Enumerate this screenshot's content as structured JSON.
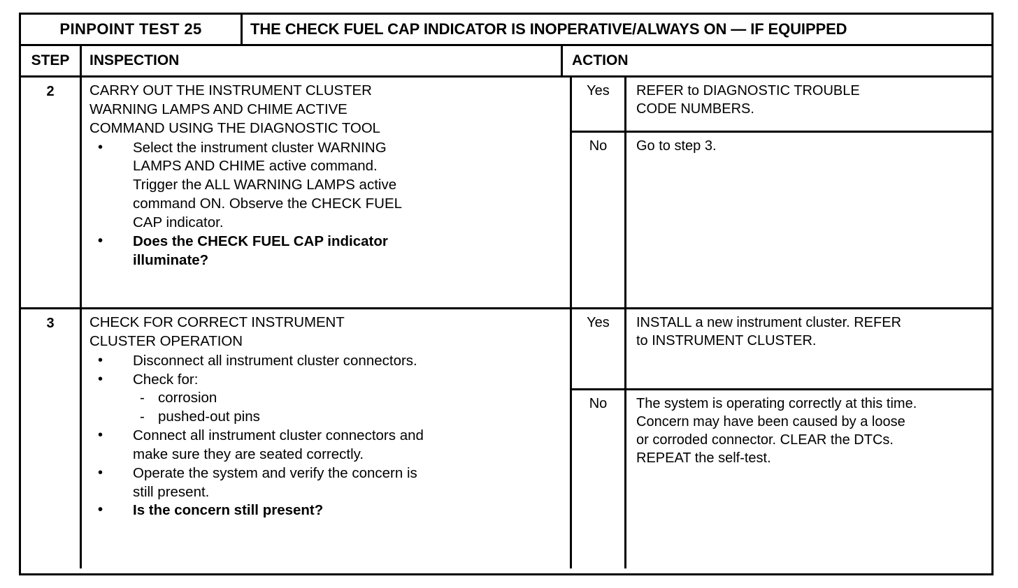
{
  "document": {
    "test_label": "PINPOINT TEST 25",
    "test_title": "THE CHECK FUEL CAP INDICATOR IS INOPERATIVE/ALWAYS ON — IF EQUIPPED"
  },
  "columns": {
    "step": "STEP",
    "inspection": "INSPECTION",
    "action": "ACTION"
  },
  "steps": [
    {
      "number": "2",
      "heading_lines": [
        "CARRY OUT THE INSTRUMENT CLUSTER",
        "WARNING LAMPS AND CHIME ACTIVE",
        "COMMAND USING THE DIAGNOSTIC TOOL"
      ],
      "bullets": [
        {
          "bold": false,
          "lines": [
            "Select the instrument cluster WARNING",
            "LAMPS AND CHIME active command.",
            "Trigger the ALL WARNING LAMPS active",
            "command ON. Observe the CHECK FUEL",
            "CAP indicator."
          ]
        },
        {
          "bold": true,
          "lines": [
            "Does the CHECK FUEL CAP indicator",
            "illuminate?"
          ]
        }
      ],
      "results": [
        {
          "label": "Yes",
          "lines": [
            "REFER to DIAGNOSTIC TROUBLE",
            "CODE NUMBERS."
          ]
        },
        {
          "label": "No",
          "lines": [
            "Go to step 3."
          ]
        }
      ]
    },
    {
      "number": "3",
      "heading_lines": [
        "CHECK FOR CORRECT INSTRUMENT",
        "CLUSTER OPERATION"
      ],
      "bullets": [
        {
          "bold": false,
          "lines": [
            "Disconnect all instrument cluster connectors."
          ]
        },
        {
          "bold": false,
          "lines": [
            "Check for:"
          ],
          "subitems": [
            "corrosion",
            "pushed-out pins"
          ]
        },
        {
          "bold": false,
          "lines": [
            "Connect all instrument cluster connectors and",
            "make sure they are seated correctly."
          ]
        },
        {
          "bold": false,
          "lines": [
            "Operate the system and verify the concern is",
            "still present."
          ]
        },
        {
          "bold": true,
          "lines": [
            "Is the concern still present?"
          ]
        }
      ],
      "results": [
        {
          "label": "Yes",
          "lines": [
            "INSTALL a new instrument cluster.  REFER",
            "to INSTRUMENT CLUSTER."
          ]
        },
        {
          "label": "No",
          "lines": [
            "The system is operating correctly at this time.",
            "Concern may have been caused by a loose",
            "or corroded connector.  CLEAR the DTCs.",
            "REPEAT the self-test."
          ]
        }
      ]
    }
  ]
}
